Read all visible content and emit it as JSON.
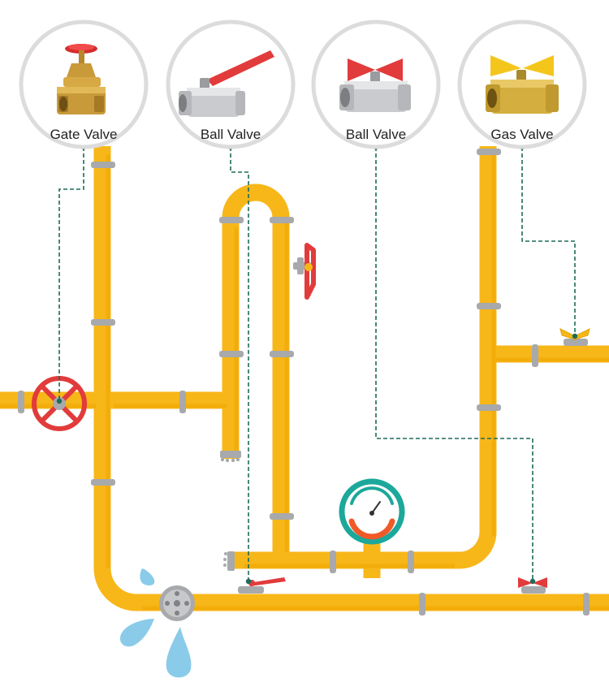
{
  "labels": {
    "gate": "Gate Valve",
    "ball1": "Ball Valve",
    "ball2": "Ball Valve",
    "gas": "Gas Valve"
  },
  "colors": {
    "pipe": "#F7B719",
    "pipe_shade": "#F0A500",
    "collar": "#A7A9AC",
    "leader": "#1E6B5A",
    "wheel_red": "#E23B3B",
    "gauge_teal": "#1CA89A",
    "gauge_orange": "#F05A28",
    "water": "#8ACBEA",
    "circle_border": "#DCDCDC"
  },
  "icons": {
    "gate": "gate-valve-icon",
    "ball1": "ball-valve-red-handle-icon",
    "ball2": "ball-valve-red-butterfly-icon",
    "gas": "gas-valve-yellow-handle-icon"
  }
}
